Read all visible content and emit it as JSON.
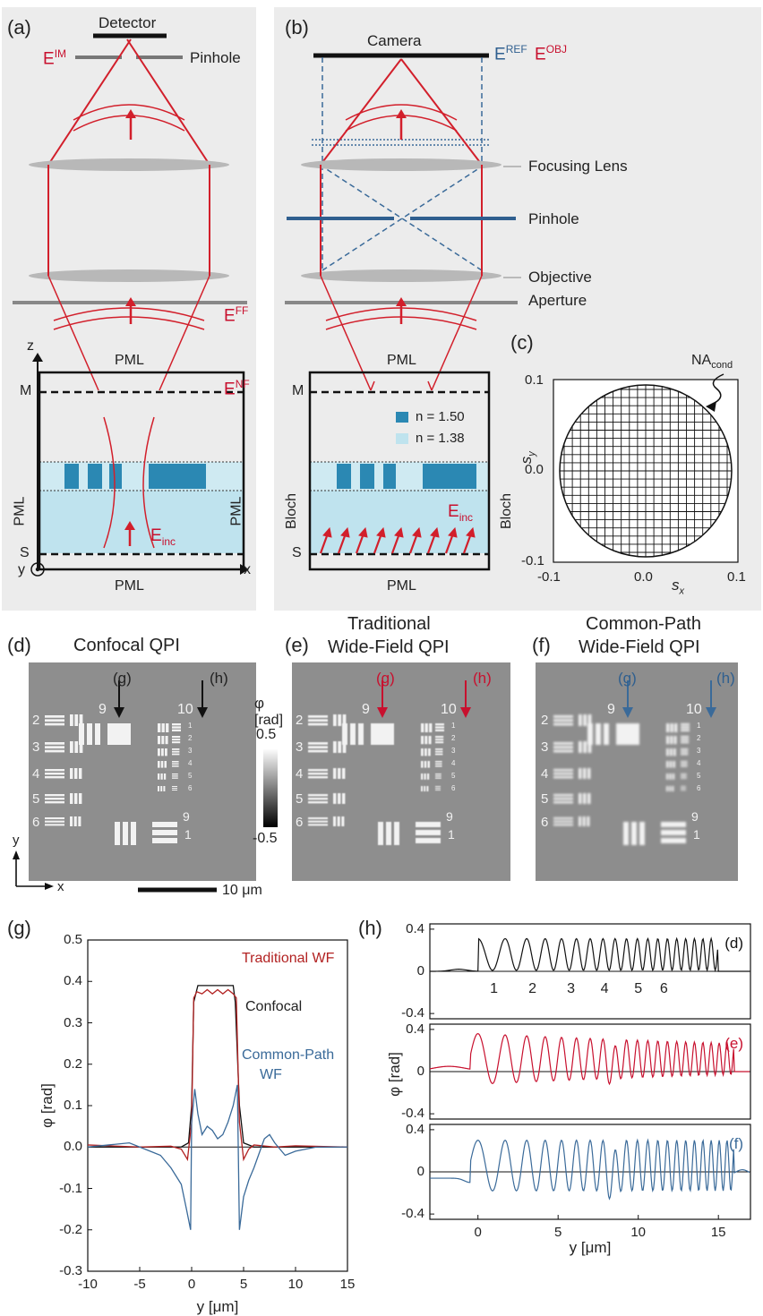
{
  "panels": {
    "a": "(a)",
    "b": "(b)",
    "c": "(c)",
    "d": "(d)",
    "e": "(e)",
    "f": "(f)",
    "g": "(g)",
    "h": "(h)"
  },
  "panel_a": {
    "detector": "Detector",
    "e_im": "E",
    "e_im_sup": "IM",
    "pinhole": "Pinhole",
    "e_ff": "E",
    "e_ff_sup": "FF",
    "e_nf": "E",
    "e_nf_sup": "NF",
    "pml_top": "PML",
    "pml_bottom": "PML",
    "pml_left": "PML",
    "pml_right": "PML",
    "m": "M",
    "s": "S",
    "z": "z",
    "y": "y",
    "x": "x",
    "e_inc": "E",
    "e_inc_sub": "inc"
  },
  "panel_b": {
    "camera": "Camera",
    "e_ref": "E",
    "e_ref_sup": "REF",
    "e_obj": "E",
    "e_obj_sup": "OBJ",
    "focusing_lens": "Focusing Lens",
    "pinhole": "Pinhole",
    "objective": "Objective",
    "aperture": "Aperture",
    "pml_top": "PML",
    "pml_bottom": "PML",
    "bloch_left": "Bloch",
    "bloch_right": "Bloch",
    "m": "M",
    "s": "S",
    "n1": "n = 1.50",
    "n2": "n = 1.38",
    "e_inc": "E",
    "e_inc_sub": "inc"
  },
  "panel_c": {
    "na": "NA",
    "na_sub": "cond",
    "sy": "s",
    "sy_sub": "y",
    "sx": "s",
    "sx_sub": "x",
    "yticks": [
      "0.1",
      "0.0",
      "-0.1"
    ],
    "xticks": [
      "-0.1",
      "0.0",
      "0.1"
    ]
  },
  "panel_d": {
    "title": "Confocal QPI",
    "g": "(g)",
    "h": "(h)",
    "big9": "9",
    "big10": "10",
    "small9": "9",
    "small1": "1",
    "rows": [
      "2",
      "3",
      "4",
      "5",
      "6"
    ],
    "mini": [
      "1",
      "2",
      "3",
      "4",
      "5",
      "6"
    ]
  },
  "panel_e": {
    "title1": "Traditional",
    "title2": "Wide-Field QPI",
    "g": "(g)",
    "h": "(h)"
  },
  "panel_f": {
    "title1": "Common-Path",
    "title2": "Wide-Field QPI",
    "g": "(g)",
    "h": "(h)"
  },
  "colorbar": {
    "symbol": "φ",
    "unit": "[rad]",
    "max": "0.5",
    "min": "-0.5"
  },
  "scalebar": {
    "label": "10 μm",
    "y": "y",
    "x": "x"
  },
  "colors": {
    "red": "#c8102e",
    "blue": "#3a6a99",
    "black": "#111111",
    "panel_bg": "#ececec",
    "bio": "#bfe3ee",
    "dark_bar": "#2b88b3"
  },
  "chart_data": [
    {
      "type": "line",
      "panel": "(g)",
      "xlabel": "y [μm]",
      "ylabel": "φ [rad]",
      "xlim": [
        -10,
        15
      ],
      "ylim": [
        -0.3,
        0.5
      ],
      "xticks": [
        -10,
        -5,
        0,
        5,
        10,
        15
      ],
      "yticks": [
        -0.3,
        -0.2,
        -0.1,
        0.0,
        0.1,
        0.2,
        0.3,
        0.4,
        0.5
      ],
      "series": [
        {
          "name": "Confocal",
          "color": "#111111",
          "x": [
            -10,
            -1,
            -0.3,
            0,
            0.2,
            0.6,
            1,
            2,
            3,
            4,
            4.2,
            4.6,
            5,
            6,
            15
          ],
          "y": [
            0,
            0,
            0.01,
            0.1,
            0.35,
            0.39,
            0.39,
            0.39,
            0.39,
            0.39,
            0.35,
            0.1,
            0.01,
            0,
            0
          ]
        },
        {
          "name": "Traditional WF",
          "color": "#b22222",
          "x": [
            -10,
            -5,
            -2,
            -1,
            -0.4,
            0,
            0.2,
            0.5,
            1,
            1.5,
            2,
            2.5,
            3,
            3.5,
            4,
            4.3,
            4.6,
            5,
            5.5,
            6,
            8,
            10,
            15
          ],
          "y": [
            0.005,
            0,
            0.002,
            -0.005,
            -0.03,
            0.06,
            0.36,
            0.375,
            0.37,
            0.38,
            0.37,
            0.38,
            0.37,
            0.38,
            0.37,
            0.36,
            0.06,
            -0.03,
            -0.005,
            0.005,
            0,
            0.003,
            0
          ]
        },
        {
          "name": "Common-Path WF",
          "color": "#3a6a99",
          "x": [
            -10,
            -8,
            -6,
            -4,
            -3,
            -2,
            -1.5,
            -1,
            -0.5,
            -0.1,
            0,
            0.3,
            0.6,
            1,
            1.5,
            2,
            2.5,
            3,
            3.5,
            4,
            4.4,
            4.6,
            5,
            5.5,
            6,
            7,
            7.5,
            8,
            9,
            10,
            12,
            15
          ],
          "y": [
            0,
            0.005,
            0.01,
            -0.01,
            -0.02,
            -0.05,
            -0.07,
            -0.09,
            -0.15,
            -0.2,
            0.06,
            0.14,
            0.08,
            0.03,
            0.05,
            0.04,
            0.02,
            0.03,
            0.06,
            0.1,
            0.15,
            -0.2,
            -0.12,
            -0.08,
            -0.05,
            0.02,
            0.03,
            0.01,
            -0.02,
            -0.01,
            0.0,
            0.0
          ]
        }
      ],
      "annotations": [
        "Traditional WF",
        "Confocal",
        "Common-Path",
        "WF"
      ]
    },
    {
      "type": "line",
      "panel": "(h)",
      "xlabel": "y [μm]",
      "ylabel": "φ [rad]",
      "xlim": [
        -3,
        17
      ],
      "xticks": [
        0,
        5,
        10,
        15
      ],
      "subplots": [
        {
          "tag": "(d)",
          "color": "#111111",
          "ylim": [
            -0.45,
            0.45
          ],
          "yticks": [
            0.4,
            0,
            -0.4
          ],
          "group_labels": [
            "1",
            "2",
            "3",
            "4",
            "5",
            "6"
          ],
          "group_x": [
            1,
            3.4,
            5.8,
            7.9,
            10,
            11.6
          ],
          "flat_start": 0,
          "flat_end": 15
        },
        {
          "tag": "(e)",
          "color": "#c8102e",
          "ylim": [
            -0.45,
            0.45
          ],
          "yticks": [
            0.4,
            0,
            -0.4
          ]
        },
        {
          "tag": "(f)",
          "color": "#3a6a99",
          "ylim": [
            -0.45,
            0.45
          ],
          "yticks": [
            0.4,
            0,
            -0.4
          ]
        }
      ]
    }
  ]
}
